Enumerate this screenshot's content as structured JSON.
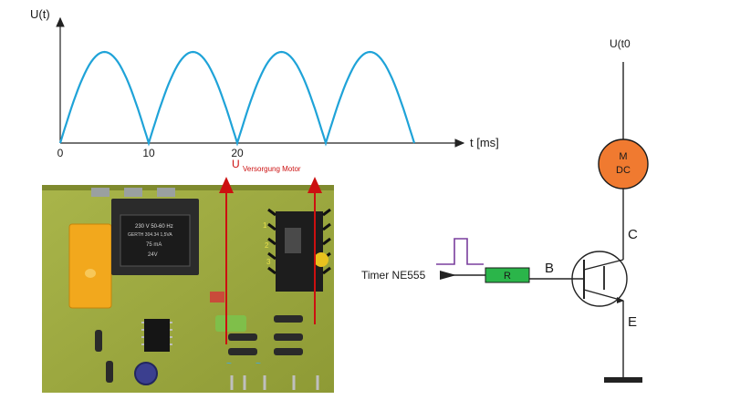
{
  "chart_data": {
    "type": "line",
    "ylabel": "U(t)",
    "xlabel": "t [ms]",
    "x_ticks": [
      "0",
      "10",
      "20"
    ],
    "series": [
      {
        "shape": "rectified sine",
        "x": [
          0,
          5,
          10,
          15,
          20,
          25,
          30,
          35,
          40
        ],
        "y": [
          0,
          1,
          0,
          1,
          0,
          1,
          0,
          1,
          0
        ]
      }
    ],
    "line_color": "#1fa3d8",
    "grid": false
  },
  "photo": {
    "supply_label": "U",
    "supply_sub": "Versorgung Motor",
    "transformer_text": [
      "230 V  50-60 Hz",
      "GERTH  304.34 1,5VA",
      "75 mA",
      "24V"
    ],
    "terminal_numbers": [
      "1",
      "2",
      "3"
    ],
    "arrow_color": "#cc1010"
  },
  "schematic": {
    "supply_label": "U(t0",
    "motor_line1": "M",
    "motor_line2": "DC",
    "collector": "C",
    "base": "B",
    "emitter": "E",
    "resistor": "R",
    "timer_label": "Timer NE555",
    "motor_color": "#f07a30",
    "resistor_color": "#2bb54a",
    "pulse_color": "#7a3e9d"
  }
}
